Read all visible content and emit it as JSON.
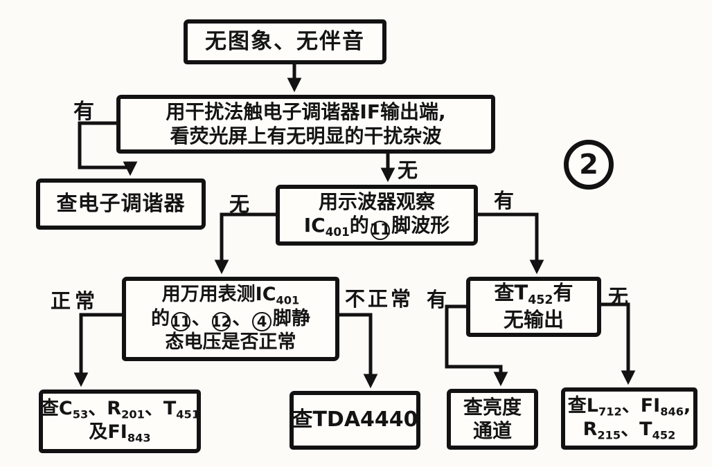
{
  "figure_label": "2",
  "nodes": {
    "start": {
      "text": "无图象、无伴音"
    },
    "interference": {
      "line1": "用干扰法触电子调谐器IF输出端,",
      "line2": "看荧光屏上有无明显的干扰杂波"
    },
    "check_tuner": {
      "text": "查电子调谐器"
    },
    "observe": {
      "line1": "用示波器观察",
      "ic": "IC",
      "ic_sub": "401",
      "mid": "的",
      "pin": "11",
      "tail": "脚波形"
    },
    "measure": {
      "l1a": "用万用表测IC",
      "l1sub": "401",
      "l2a": "的",
      "pin1": "11",
      "sep1": "、",
      "pin2": "12",
      "sep2": "、",
      "pin3": "4",
      "l2b": "脚静",
      "l3": "态电压是否正常"
    },
    "check_t452": {
      "a": "查T",
      "a_sub": "452",
      "b": "有",
      "line2": "无输出"
    },
    "check_c53": {
      "a": "查C",
      "a_sub": "53",
      "b": "、R",
      "b_sub": "201",
      "c": "、T",
      "c_sub": "451",
      "d": "及FI",
      "d_sub": "843"
    },
    "check_tda": {
      "text": "查TDA4440"
    },
    "check_brightness": {
      "line1": "查亮度",
      "line2": "通道"
    },
    "check_l712": {
      "a": "查L",
      "a_sub": "712",
      "b": "、FI",
      "b_sub": "846",
      "b_comma": ",",
      "c": "R",
      "c_sub": "215",
      "d": "、T",
      "d_sub": "452"
    }
  },
  "edge_labels": {
    "yes_top": "有",
    "no_mid": "无",
    "no_left": "无",
    "yes_right": "有",
    "normal": "正常",
    "abnormal": "不正常",
    "yes_t452": "有",
    "no_t452": "无"
  }
}
